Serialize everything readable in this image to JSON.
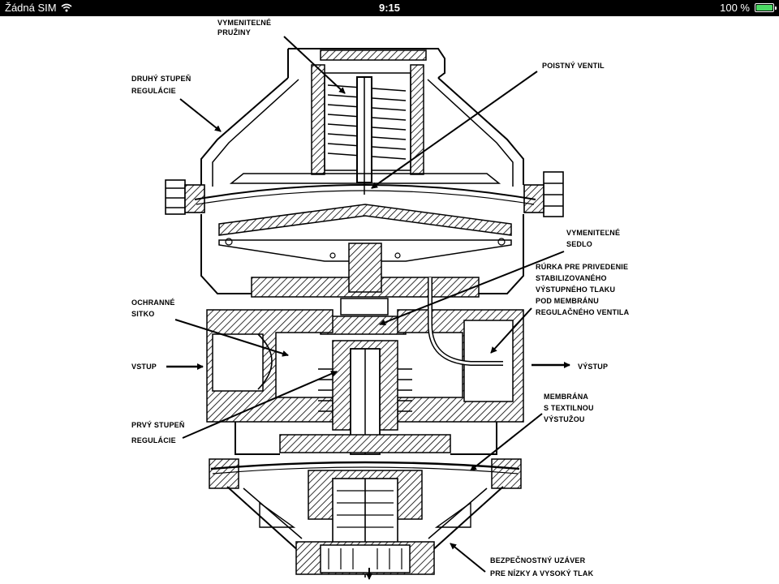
{
  "status_bar": {
    "carrier": "Žádná SIM",
    "time": "9:15",
    "battery": "100 %",
    "battery_level": 1.0,
    "wifi_icon": "wifi-icon",
    "battery_icon": "battery-icon"
  },
  "labels": {
    "vymenitelne_pruziny_1": "VYMENITEĽNÉ",
    "vymenitelne_pruziny_2": "PRUŽINY",
    "poistny_ventil": "POISTNÝ VENTIL",
    "druhy_stupen_1": "DRUHÝ STUPEŇ",
    "druhy_stupen_2": "REGULÁCIE",
    "vymenitelne_sedlo_1": "VYMENITEĽNÉ",
    "vymenitelne_sedlo_2": "SEDLO",
    "rurka_1": "RÚRKA PRE PRIVEDENIE",
    "rurka_2": "STABILIZOVANÉHO",
    "rurka_3": "VÝSTUPNÉHO TLAKU",
    "rurka_4": "POD MEMBRÁNU",
    "rurka_5": "REGULAČNÉHO VENTILA",
    "ochranne_sitko_1": "OCHRANNÉ",
    "ochranne_sitko_2": "SITKO",
    "vstup": "VSTUP",
    "vystup": "VÝSTUP",
    "prvy_stupen_1": "PRVÝ STUPEŇ",
    "prvy_stupen_2": "REGULÁCIE",
    "membrana_1": "MEMBRÁNA",
    "membrana_2": "S TEXTILNOU",
    "membrana_3": "VÝSTUŽOU",
    "bezpecnostny_1": "BEZPEČNOSTNÝ UZÁVER",
    "bezpecnostny_2": "PRE NÍZKY A VYSOKÝ TLAK"
  }
}
